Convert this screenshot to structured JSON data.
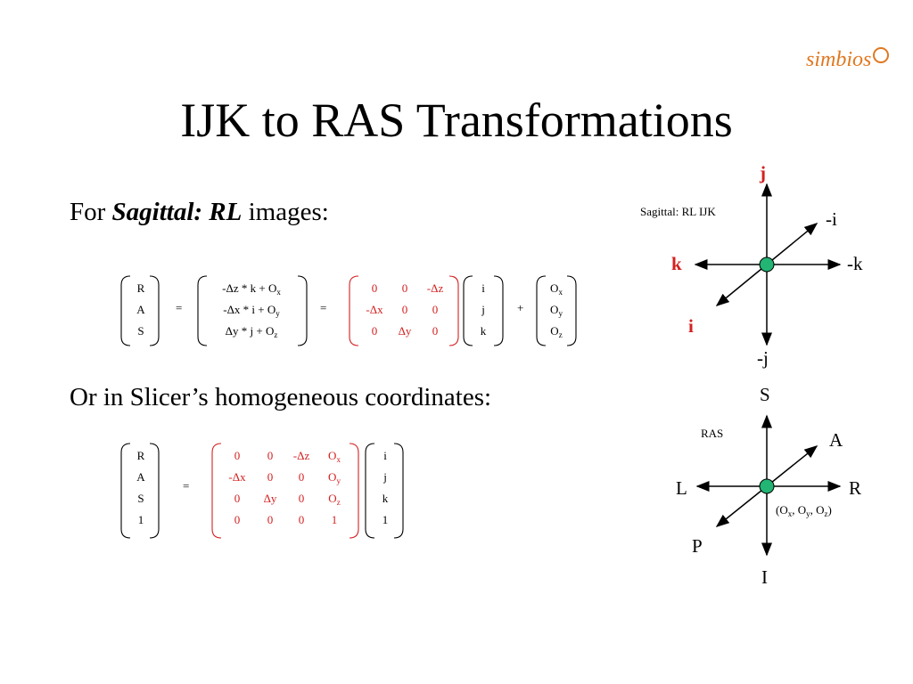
{
  "logo": {
    "text": "simbios"
  },
  "title": "IJK to RAS Transformations",
  "section1": {
    "heading_prefix": "For ",
    "heading_emph": "Sagittal: RL",
    "heading_suffix": " images:",
    "ras_vector": [
      "R",
      "A",
      "S"
    ],
    "eq1": "=",
    "expr": [
      {
        "main": "-Δz * k + O",
        "sub": "x"
      },
      {
        "main": "-Δx * i + O",
        "sub": "y"
      },
      {
        "main": "Δy * j + O",
        "sub": "z"
      }
    ],
    "eq2": "=",
    "matrix": [
      [
        "0",
        "0",
        "-Δz"
      ],
      [
        "-Δx",
        "0",
        "0"
      ],
      [
        "0",
        "Δy",
        "0"
      ]
    ],
    "ijk_vector": [
      "i",
      "j",
      "k"
    ],
    "plus": "+",
    "origin": [
      {
        "main": "O",
        "sub": "x"
      },
      {
        "main": "O",
        "sub": "y"
      },
      {
        "main": "O",
        "sub": "z"
      }
    ]
  },
  "section2": {
    "heading": "Or in Slicer’s homogeneous coordinates:",
    "ras_vector": [
      "R",
      "A",
      "S",
      "1"
    ],
    "eq": "=",
    "matrix": [
      [
        "0",
        "0",
        "-Δz",
        {
          "main": "O",
          "sub": "x"
        }
      ],
      [
        "-Δx",
        "0",
        "0",
        {
          "main": "O",
          "sub": "y"
        }
      ],
      [
        "0",
        "Δy",
        "0",
        {
          "main": "O",
          "sub": "z"
        }
      ],
      [
        "0",
        "0",
        "0",
        "1"
      ]
    ],
    "ijk_vector": [
      "i",
      "j",
      "k",
      "1"
    ]
  },
  "diagram_ijk": {
    "caption": "Sagittal: RL IJK",
    "labels": {
      "j": "j",
      "neg_i": "-i",
      "k": "k",
      "neg_k": "-k",
      "i": "i",
      "neg_j": "-j"
    },
    "colors": {
      "highlight": "#d42020",
      "origin": "#22b573"
    }
  },
  "diagram_ras": {
    "caption": "RAS",
    "labels": {
      "S": "S",
      "A": "A",
      "L": "L",
      "R": "R",
      "P": "P",
      "I": "I"
    },
    "origin_label": {
      "open": "(O",
      "x": "x",
      "sep1": ", O",
      "y": "y",
      "sep2": ", O",
      "z": "z",
      "close": ")"
    }
  }
}
